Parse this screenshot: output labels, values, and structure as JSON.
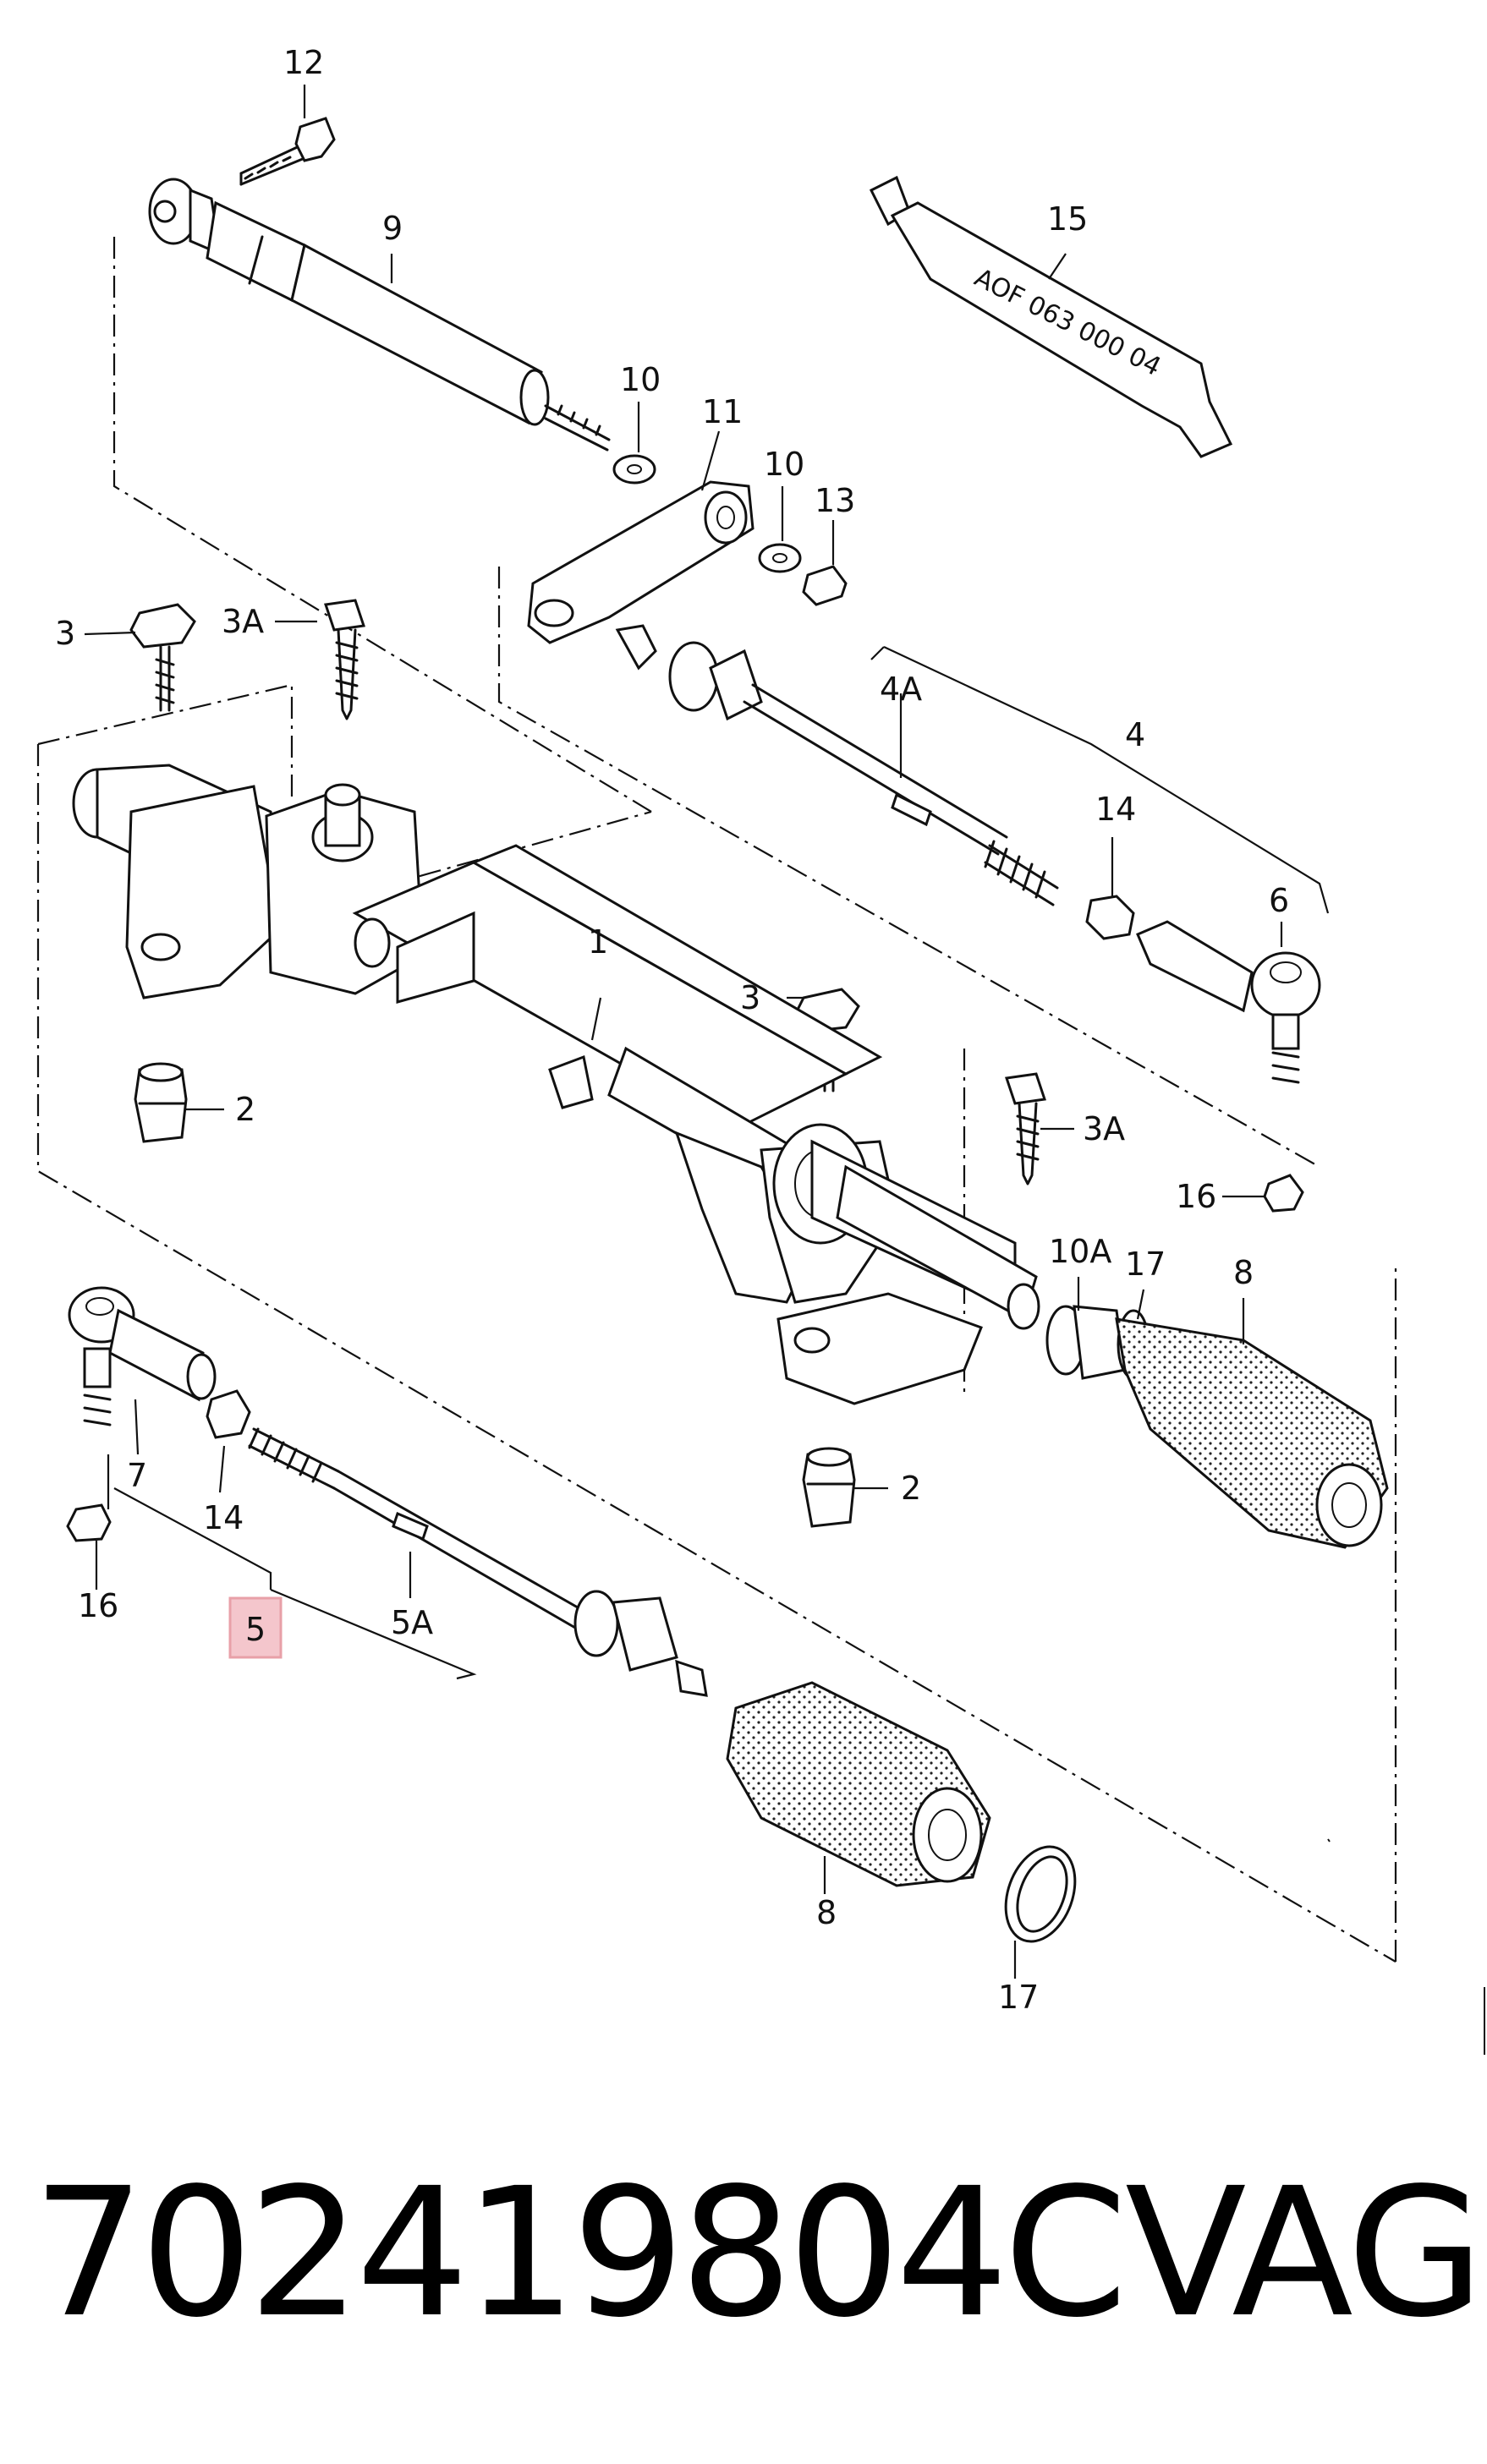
{
  "diagram": {
    "callouts": {
      "c1": "1",
      "c2a": "2",
      "c2b": "2",
      "c3a": "3",
      "c3b": "3",
      "c3Aa": "3A",
      "c3Ab": "3A",
      "c4": "4",
      "c4A": "4A",
      "c5": "5",
      "c5A": "5A",
      "c6": "6",
      "c7": "7",
      "c8a": "8",
      "c8b": "8",
      "c9": "9",
      "c10a": "10",
      "c10b": "10",
      "c10A": "10A",
      "c11": "11",
      "c12": "12",
      "c13": "13",
      "c14a": "14",
      "c14b": "14",
      "c15": "15",
      "c16a": "16",
      "c16b": "16",
      "c17a": "17",
      "c17b": "17"
    },
    "tube_label": "AOF 063 000 04",
    "highlight_color": "#e8a0a8"
  },
  "footer": {
    "part_number": "702419804C",
    "brand": "VAG"
  }
}
